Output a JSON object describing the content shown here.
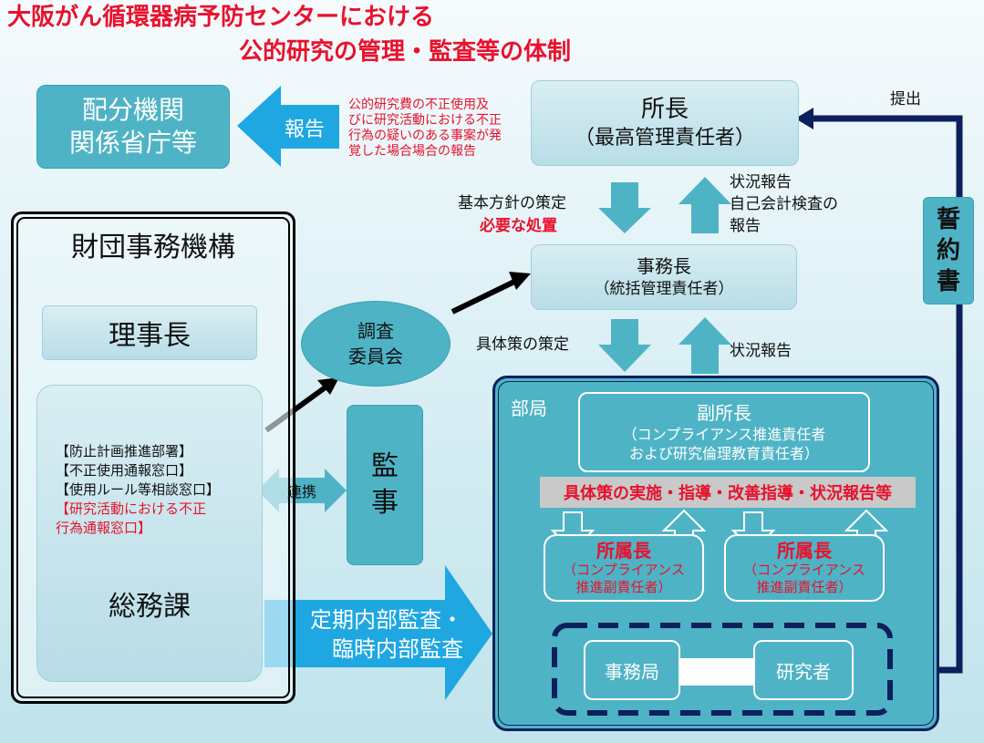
{
  "title": {
    "line1": "大阪がん循環器病予防センターにおける",
    "line2": "公的研究の管理・監査等の体制"
  },
  "allocation": {
    "line1": "配分機関",
    "line2": "関係省庁等"
  },
  "report_arrow": "報告",
  "misconduct_note": [
    "公的研究費の不正使用及",
    "びに研究活動における不正",
    "行為の疑いのある事案が発",
    "覚した場合場合の報告"
  ],
  "director": {
    "line1": "所長",
    "line2": "（最高管理責任者）"
  },
  "submit_label": "提出",
  "pledge_label": [
    "誓",
    "約",
    "書"
  ],
  "policy_label": "基本方針の策定",
  "measures_label": "必要な処置",
  "status_audit_label": [
    "状況報告",
    "自己会計検査の",
    "報告"
  ],
  "secretary_general": {
    "line1": "事務長",
    "line2": "（統括管理責任者）"
  },
  "foundation": {
    "title": "財団事務機構",
    "chairman": "理事長",
    "general_affairs": {
      "items": [
        "【防止計画推進部署】",
        "【不正使用通報窓口】",
        "【使用ルール等相談窓口】"
      ],
      "red_items": [
        "【研究活動における不正",
        "行為通報窓口】"
      ],
      "name": "総務課"
    }
  },
  "investigation_committee": {
    "line1": "調査",
    "line2": "委員会"
  },
  "concrete_policy_label": "具体策の策定",
  "status_report_label": "状況報告",
  "audit_box": [
    "監",
    "事"
  ],
  "coordination_label": "連携",
  "internal_audit": {
    "line1": "定期内部監査・",
    "line2": "臨時内部監査"
  },
  "department": {
    "label": "部局",
    "deputy": {
      "title": "副所長",
      "line1": "（コンプライアンス推進責任者",
      "line2": "および研究倫理教育責任者）"
    },
    "implementation_banner": "具体策の実施・指導・改善指導・状況報告等",
    "heads": [
      {
        "title": "所属長",
        "line1": "（コンプライアンス",
        "line2": "推進副責任者）"
      },
      {
        "title": "所属長",
        "line1": "（コンプライアンス",
        "line2": "推進副責任者）"
      }
    ],
    "office": "事務局",
    "researcher": "研究者"
  },
  "colors": {
    "title_red": "#e8122d",
    "teal": "#4fb3c6",
    "navy": "#0d1f5c",
    "blue_arrow": "#1ea7e1"
  }
}
